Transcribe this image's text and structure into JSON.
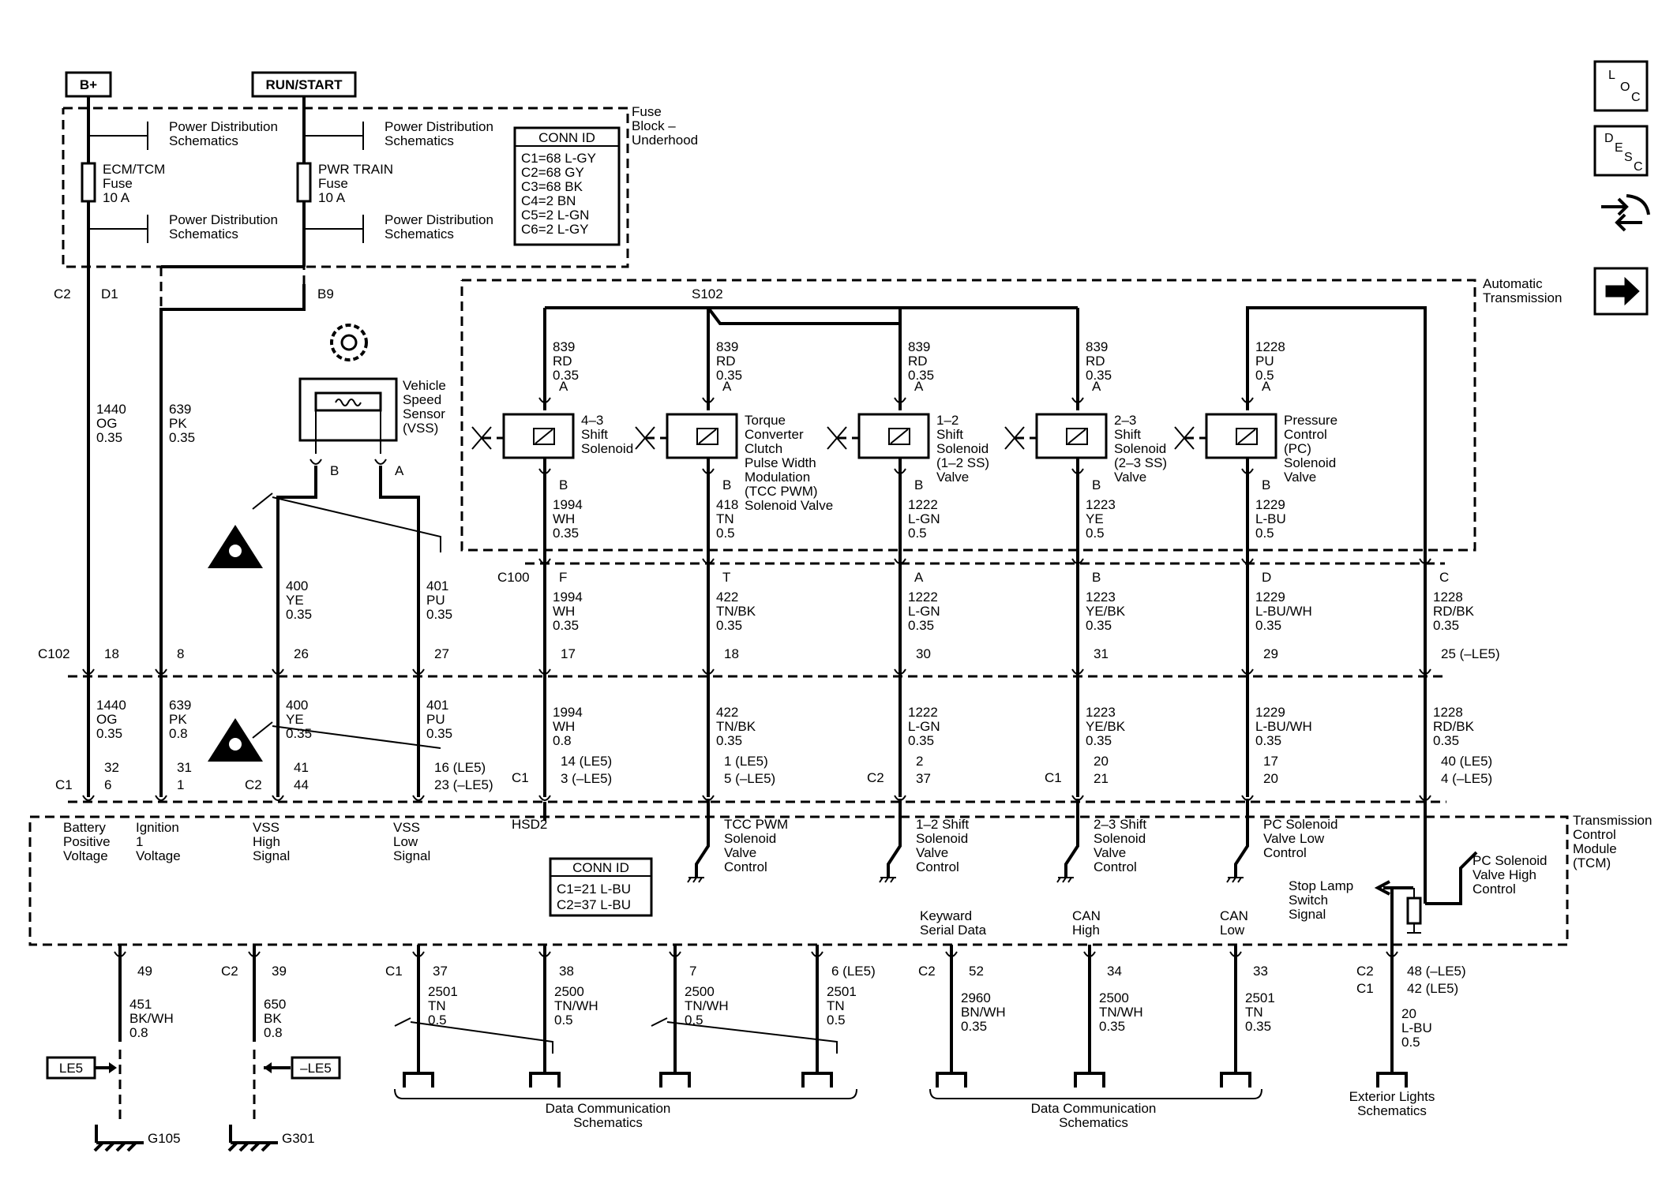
{
  "top_labels": {
    "bplus": "B+",
    "run_start": "RUN/START"
  },
  "fuse_block": {
    "title": [
      "Fuse",
      "Block –",
      "Underhood"
    ],
    "pds": [
      "Power Distribution",
      "Schematics"
    ],
    "ecm_fuse": [
      "ECM/TCM",
      "Fuse",
      "10 A"
    ],
    "pwr_fuse": [
      "PWR TRAIN",
      "Fuse",
      "10 A"
    ],
    "conn_id_title": "CONN ID",
    "conn_ids": [
      "C1=68 L-GY",
      "C2=68 GY",
      "C3=68 BK",
      "C4=2 BN",
      "C5=2 L-GN",
      "C6=2 L-GY"
    ],
    "pins": {
      "c2": "C2",
      "d1": "D1",
      "b9": "B9"
    }
  },
  "nav_icons": {
    "loc": [
      "L",
      "O",
      "C"
    ],
    "desc": [
      "D",
      "E",
      "S",
      "C"
    ]
  },
  "trans_label": [
    "Automatic",
    "Transmission"
  ],
  "splice": "S102",
  "c100": "C100",
  "c102": "C102",
  "vss": {
    "label": [
      "Vehicle",
      "Speed",
      "Sensor",
      "(VSS)"
    ],
    "pin_b": "B",
    "pin_a": "A"
  },
  "left_wires": [
    {
      "upper": [
        "1440",
        "OG",
        "0.35"
      ],
      "c102pin": "18",
      "lower": [
        "1440",
        "OG",
        "0.35"
      ],
      "c1pin": [
        "32",
        "6"
      ],
      "conn": "C1",
      "tcm": [
        "Battery",
        "Positive",
        "Voltage"
      ]
    },
    {
      "upper": [
        "639",
        "PK",
        "0.35"
      ],
      "c102pin": "8",
      "lower": [
        "639",
        "PK",
        "0.8"
      ],
      "c1pin": [
        "31",
        "1"
      ],
      "tcm": [
        "Ignition",
        "1",
        "Voltage"
      ]
    },
    {
      "upper": [
        "400",
        "YE",
        "0.35"
      ],
      "c102pin": "26",
      "lower": [
        "400",
        "YE",
        "0.35"
      ],
      "c1pin": [
        "41",
        "44"
      ],
      "conn": "C2",
      "tcm": [
        "VSS",
        "High",
        "Signal"
      ]
    },
    {
      "upper": [
        "401",
        "PU",
        "0.35"
      ],
      "c102pin": "27",
      "lower": [
        "401",
        "PU",
        "0.35"
      ],
      "c1pin": [
        "16 (LE5)",
        "23 (–LE5)"
      ],
      "tcm": [
        "VSS",
        "Low",
        "Signal"
      ]
    }
  ],
  "solenoids": [
    {
      "top": [
        "839",
        "RD",
        "0.35"
      ],
      "pinA": "A",
      "label": [
        "4–3",
        "Shift",
        "Solenoid"
      ],
      "pinB": "B",
      "bot": [
        "1994",
        "WH",
        "0.35"
      ],
      "c100pin": "F",
      "mid": [
        "1994",
        "WH",
        "0.35"
      ],
      "c102pin": "17",
      "lower": [
        "1994",
        "WH",
        "0.8"
      ],
      "conn": "C1",
      "c1pin": [
        "14 (LE5)",
        "3 (–LE5)"
      ],
      "tcm": [
        "HSD2"
      ]
    },
    {
      "top": [
        "839",
        "RD",
        "0.35"
      ],
      "pinA": "A",
      "label": [
        "Torque",
        "Converter",
        "Clutch",
        "Pulse Width",
        "Modulation",
        "(TCC PWM)",
        "Solenoid Valve"
      ],
      "pinB": "B",
      "bot": [
        "418",
        "TN",
        "0.5"
      ],
      "c100pin": "T",
      "mid": [
        "422",
        "TN/BK",
        "0.35"
      ],
      "c102pin": "18",
      "lower": [
        "422",
        "TN/BK",
        "0.35"
      ],
      "c1pin": [
        "1 (LE5)",
        "5 (–LE5)"
      ],
      "tcm": [
        "TCC PWM",
        "Solenoid",
        "Valve",
        "Control"
      ]
    },
    {
      "top": [
        "839",
        "RD",
        "0.35"
      ],
      "pinA": "A",
      "label": [
        "1–2",
        "Shift",
        "Solenoid",
        "(1–2 SS)",
        "Valve"
      ],
      "pinB": "B",
      "bot": [
        "1222",
        "L-GN",
        "0.5"
      ],
      "c100pin": "A",
      "mid": [
        "1222",
        "L-GN",
        "0.35"
      ],
      "c102pin": "30",
      "lower": [
        "1222",
        "L-GN",
        "0.35"
      ],
      "conn": "C2",
      "c1pin": [
        "2",
        "37"
      ],
      "tcm": [
        "1–2 Shift",
        "Solenoid",
        "Valve",
        "Control"
      ]
    },
    {
      "top": [
        "839",
        "RD",
        "0.35"
      ],
      "pinA": "A",
      "label": [
        "2–3",
        "Shift",
        "Solenoid",
        "(2–3 SS)",
        "Valve"
      ],
      "pinB": "B",
      "bot": [
        "1223",
        "YE",
        "0.5"
      ],
      "c100pin": "B",
      "mid": [
        "1223",
        "YE/BK",
        "0.35"
      ],
      "c102pin": "31",
      "lower": [
        "1223",
        "YE/BK",
        "0.35"
      ],
      "conn": "C1",
      "c1pin": [
        "20",
        "21"
      ],
      "tcm": [
        "2–3 Shift",
        "Solenoid",
        "Valve",
        "Control"
      ]
    },
    {
      "top": [
        "1228",
        "PU",
        "0.5"
      ],
      "pinA": "A",
      "label": [
        "Pressure",
        "Control",
        "(PC)",
        "Solenoid",
        "Valve"
      ],
      "pinB": "B",
      "bot": [
        "1229",
        "L-BU",
        "0.5"
      ],
      "c100pin": "D",
      "mid": [
        "1229",
        "L-BU/WH",
        "0.35"
      ],
      "c102pin": "29",
      "lower": [
        "1229",
        "L-BU/WH",
        "0.35"
      ],
      "c1pin": [
        "17",
        "20"
      ],
      "tcm": [
        "PC Solenoid",
        "Valve Low",
        "Control"
      ]
    }
  ],
  "pc_high": {
    "c100pin": "C",
    "mid": [
      "1228",
      "RD/BK",
      "0.35"
    ],
    "c102pin": "25 (–LE5)",
    "lower": [
      "1228",
      "RD/BK",
      "0.35"
    ],
    "c1pin": [
      "40 (LE5)",
      "4 (–LE5)"
    ],
    "tcm": [
      "PC Solenoid",
      "Valve High",
      "Control"
    ]
  },
  "tcm": {
    "label": [
      "Transmission",
      "Control",
      "Module",
      "(TCM)"
    ],
    "conn_id_title": "CONN ID",
    "conn_ids": [
      "C1=21 L-BU",
      "C2=37 L-BU"
    ],
    "stop_lamp": [
      "Stop Lamp",
      "Switch",
      "Signal"
    ],
    "keyword": [
      "Keyward",
      "Serial Data"
    ],
    "can_high": [
      "CAN",
      "High"
    ],
    "can_low": [
      "CAN",
      "Low"
    ]
  },
  "grounds": [
    {
      "pin": "49",
      "wire": [
        "451",
        "BK/WH",
        "0.8"
      ],
      "option": "LE5",
      "ground": "G105"
    },
    {
      "conn": "C2",
      "pin": "39",
      "wire": [
        "650",
        "BK",
        "0.8"
      ],
      "option": "–LE5",
      "ground": "G301"
    }
  ],
  "data_comm_left": [
    {
      "conn": "C1",
      "pin": "37",
      "wire": [
        "2501",
        "TN",
        "0.5"
      ]
    },
    {
      "pin": "38",
      "wire": [
        "2500",
        "TN/WH",
        "0.5"
      ]
    },
    {
      "pin": "7",
      "wire": [
        "2500",
        "TN/WH",
        "0.5"
      ]
    },
    {
      "pin": "6 (LE5)",
      "wire": [
        "2501",
        "TN",
        "0.5"
      ]
    }
  ],
  "data_comm_right": [
    {
      "conn": "C2",
      "pin": "52",
      "wire": [
        "2960",
        "BN/WH",
        "0.35"
      ]
    },
    {
      "pin": "34",
      "wire": [
        "2500",
        "TN/WH",
        "0.35"
      ]
    },
    {
      "pin": "33",
      "wire": [
        "2501",
        "TN",
        "0.35"
      ]
    }
  ],
  "data_comm_label": [
    "Data Communication",
    "Schematics"
  ],
  "stop_lamp_wire": {
    "conn": [
      "C2",
      "C1"
    ],
    "pins": [
      "48 (–LE5)",
      "42 (LE5)"
    ],
    "wire": [
      "20",
      "L-BU",
      "0.5"
    ],
    "dest": [
      "Exterior Lights",
      "Schematics"
    ]
  }
}
